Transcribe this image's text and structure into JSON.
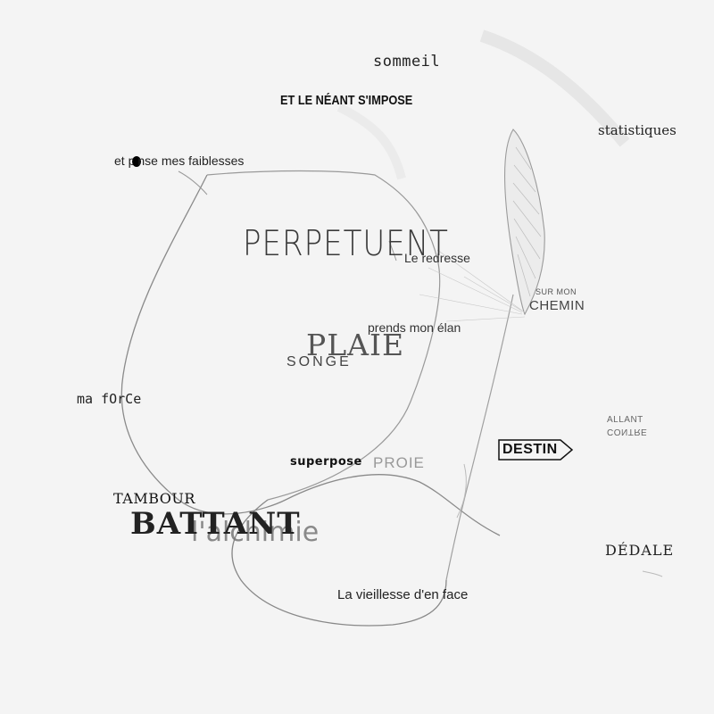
{
  "words": {
    "sommeil": "sommeil",
    "neant": "ET LE NÉANT S'IMPOSE",
    "statistiques": "statistiques",
    "pense_a": "et p",
    "pense_b": "nse mes faiblesses",
    "perpetuent": "PERPETUENT",
    "redresse": "Le redresse",
    "sur_mon": "SUR MON",
    "chemin": "CHEMIN",
    "prends": "prends mon élan",
    "plaie": "PLAIE",
    "songe": "SONGE",
    "force": "ma fOrCe",
    "allant": "ALLANT",
    "contre": "CONTRE",
    "destin": "DESTIN",
    "superpose": "superpose",
    "proie": "PROIE",
    "tambour": "TAMBOUR",
    "battant": "BATTANT",
    "alchimie": "l'alchimie",
    "dedale": "DÉDALE",
    "vieillesse": "La vieillesse d'en face"
  },
  "colors": {
    "background": "#f4f4f4",
    "ink": "#1a1a1a",
    "line": "#9a9a9a"
  }
}
